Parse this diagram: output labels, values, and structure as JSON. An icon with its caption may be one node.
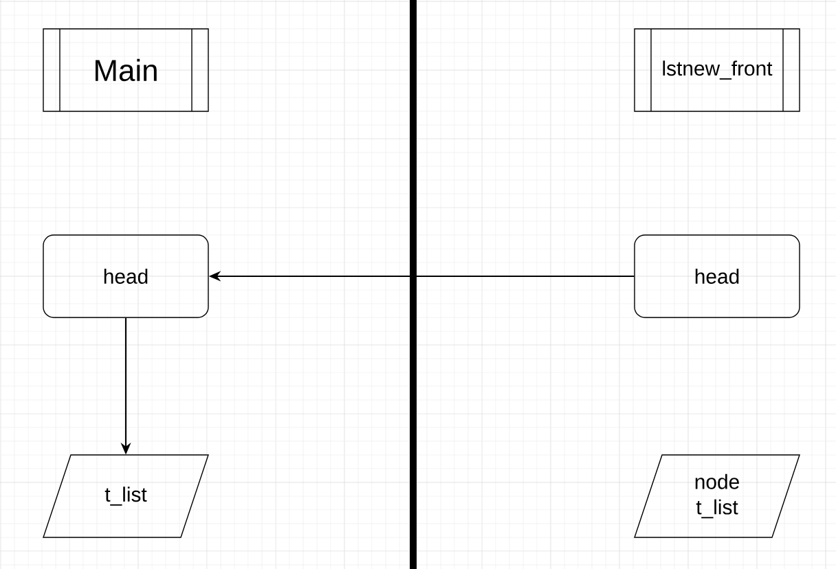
{
  "diagram": {
    "nodes": [
      {
        "text": [
          "Main"
        ]
      },
      {
        "text": [
          "lstnew_front"
        ]
      },
      {
        "text": [
          "head"
        ]
      },
      {
        "text": [
          "head"
        ]
      },
      {
        "text": [
          "t_list"
        ]
      },
      {
        "text": [
          "node t_list"
        ]
      }
    ],
    "edges": [
      {
        "from": 3,
        "to": 2,
        "arrow": "to"
      },
      {
        "from": 2,
        "to": 4,
        "arrow": "to"
      }
    ]
  }
}
